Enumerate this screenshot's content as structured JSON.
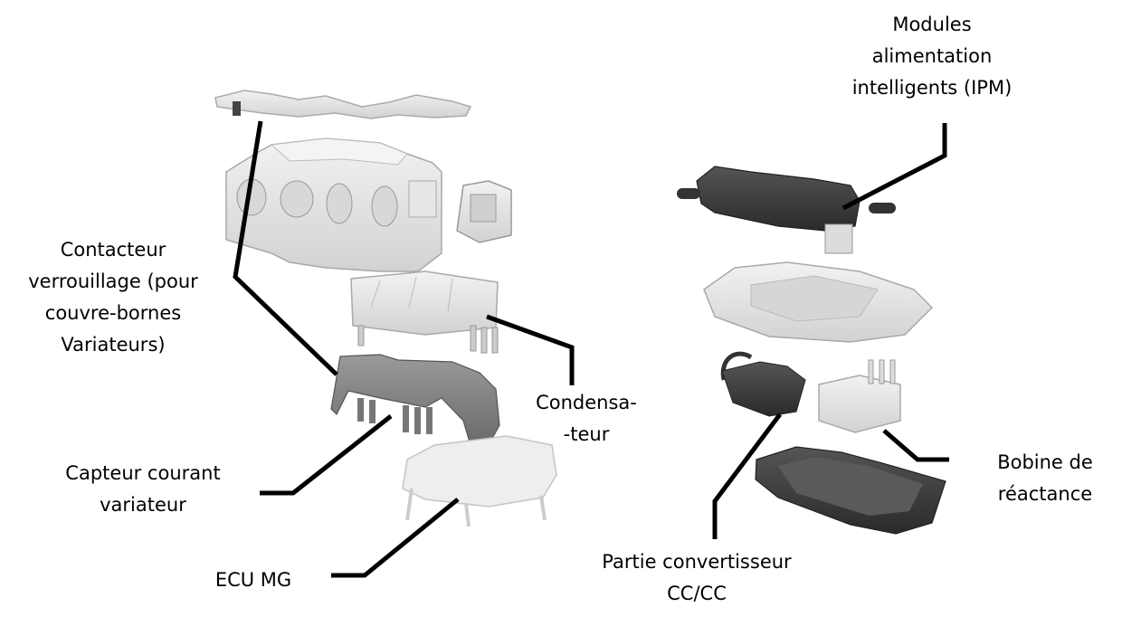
{
  "diagram": {
    "labels": {
      "ipm": [
        "Modules",
        "alimentation",
        "intelligents (IPM)"
      ],
      "contacteur": [
        "Contacteur",
        "verrouillage (pour",
        "couvre-bornes",
        "Variateurs)"
      ],
      "condensateur": [
        "Condensa-",
        "-teur"
      ],
      "capteur": [
        "Capteur courant",
        "variateur"
      ],
      "ecu": [
        "ECU MG"
      ],
      "convertisseur": [
        "Partie convertisseur",
        "CC/CC"
      ],
      "bobine": [
        "Bobine de",
        "réactance"
      ]
    },
    "colors": {
      "light_part": "#e4e4e4",
      "light_edge": "#a8a8a8",
      "mid_part": "#8a8a8a",
      "dark_part": "#3c3c3c",
      "leader": "#000000"
    }
  }
}
